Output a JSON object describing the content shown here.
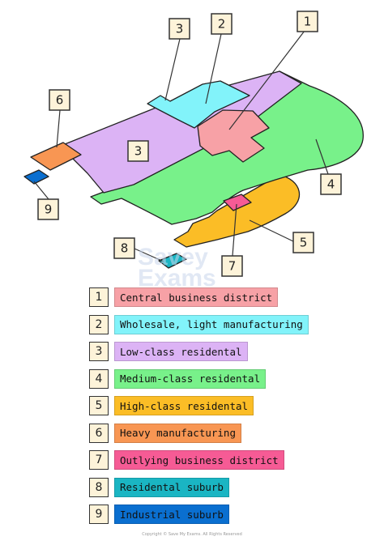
{
  "colors": {
    "cbd": "#f7a1a6",
    "wholesale": "#82f3fa",
    "low_class": "#dcb3f5",
    "medium_class": "#78f18a",
    "high_class": "#fbbd26",
    "heavy": "#f89653",
    "outlying": "#f65b95",
    "residential_suburb": "#1ab5c3",
    "industrial_suburb": "#0a6fd0",
    "number_box": "#fdf3d9"
  },
  "map_labels": {
    "n1": "1",
    "n2": "2",
    "n3_top": "3",
    "n3_inline": "3",
    "n4": "4",
    "n5": "5",
    "n6": "6",
    "n7": "7",
    "n8": "8",
    "n9": "9"
  },
  "watermark": {
    "line1": "Savey",
    "line2": "Exams"
  },
  "legend": [
    {
      "number": "1",
      "label": "Central business district",
      "color": "#f7a1a6"
    },
    {
      "number": "2",
      "label": "Wholesale, light manufacturing",
      "color": "#82f3fa"
    },
    {
      "number": "3",
      "label": "Low-class residental",
      "color": "#dcb3f5"
    },
    {
      "number": "4",
      "label": "Medium-class residental",
      "color": "#78f18a"
    },
    {
      "number": "5",
      "label": "High-class residental",
      "color": "#fbbd26"
    },
    {
      "number": "6",
      "label": "Heavy manufacturing",
      "color": "#f89653"
    },
    {
      "number": "7",
      "label": "Outlying business district",
      "color": "#f65b95"
    },
    {
      "number": "8",
      "label": "Residental suburb",
      "color": "#1ab5c3"
    },
    {
      "number": "9",
      "label": "Industrial suburb",
      "color": "#0a6fd0"
    }
  ],
  "copyright": "Copyright © Save My Exams. All Rights Reserved"
}
